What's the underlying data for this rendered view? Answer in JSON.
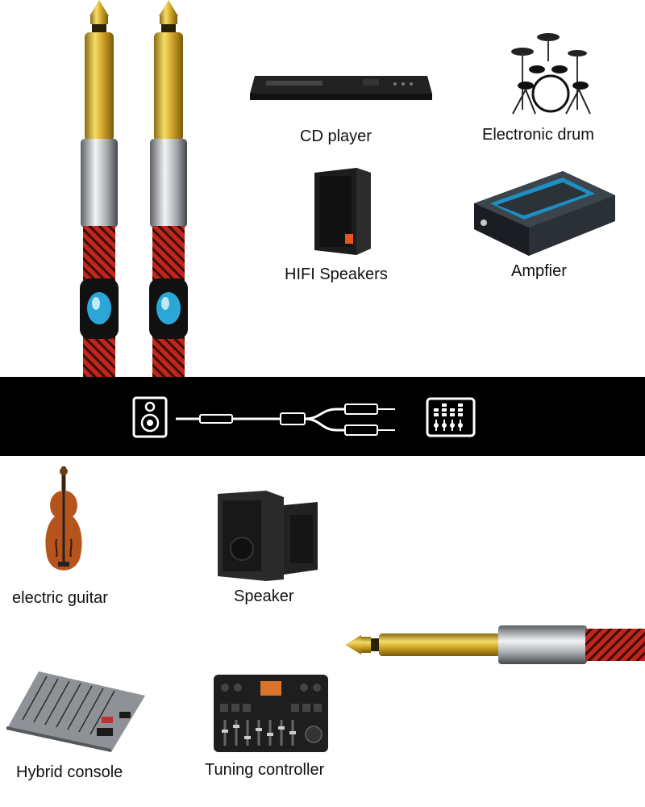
{
  "labels": {
    "cd_player": "CD player",
    "electronic_drum": "Electronic drum",
    "hifi_speakers": "HIFI Speakers",
    "amplifier": "Ampfier",
    "electric_guitar": "electric guitar",
    "speaker": "Speaker",
    "hybrid_console": "Hybrid console",
    "tuning_controller": "Tuning controller"
  },
  "colors": {
    "gold": "#c9a227",
    "chrome": "#b8bcc0",
    "braid_red": "#c0261b",
    "braid_dark": "#3a0d08",
    "band": "#000000",
    "accent_blue": "#2aa7d8",
    "violin": "#b5541c"
  },
  "icons": [
    "speaker-box-icon",
    "y-splitter-cable-icon",
    "equalizer-icon"
  ]
}
